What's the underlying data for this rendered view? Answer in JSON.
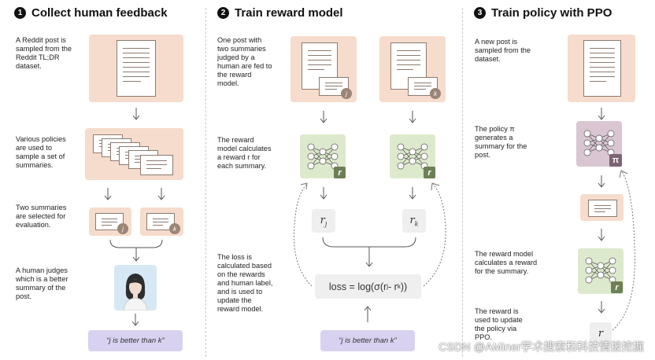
{
  "sections": [
    {
      "number": "1",
      "title": "Collect human feedback"
    },
    {
      "number": "2",
      "title": "Train reward model"
    },
    {
      "number": "3",
      "title": "Train policy with PPO"
    }
  ],
  "col1": {
    "desc_sample": "A Reddit post is sampled from the Reddit TL;DR dataset.",
    "desc_policies": "Various policies are used to sample a set of summaries.",
    "desc_select": "Two summaries are selected for evaluation.",
    "desc_judge": "A human judges which is a better summary of the post.",
    "badge_j": "j",
    "badge_k": "k",
    "quote": "“j is better than k”"
  },
  "col2": {
    "desc_fed": "One post with two summaries judged by a human are fed to the reward model.",
    "desc_calc": "The reward model calculates a reward r for each summary.",
    "desc_loss": "The loss is calculated based on the rewards and human label, and is used to update the reward model.",
    "badge_j": "j",
    "badge_k": "k",
    "r_badge": "r",
    "rj_base": "r",
    "rj_sub": "j",
    "rk_base": "r",
    "rk_sub": "k",
    "loss_prefix": "loss = log(σ(r",
    "loss_sub_j": "j",
    "loss_mid": " - r",
    "loss_sub_k": "k",
    "loss_suffix": "))",
    "quote": "“j is better than k”"
  },
  "col3": {
    "desc_new": "A new post is sampled from the dataset.",
    "desc_policy": "The policy π generates a summary for the post.",
    "desc_reward": "The reward model calculates a reward for the summary.",
    "desc_update": "The reward is used to update the policy via PPO.",
    "pi_badge": "π",
    "r_badge": "r",
    "r_box": "r"
  },
  "watermark": "CSDN @AMiner学术搜索和科技情报挖掘",
  "colors": {
    "peach": "#f6dccc",
    "green": "#dde9cc",
    "purple": "#d9c6d2",
    "lavender": "#d8d2f0",
    "grey": "#efefef"
  }
}
